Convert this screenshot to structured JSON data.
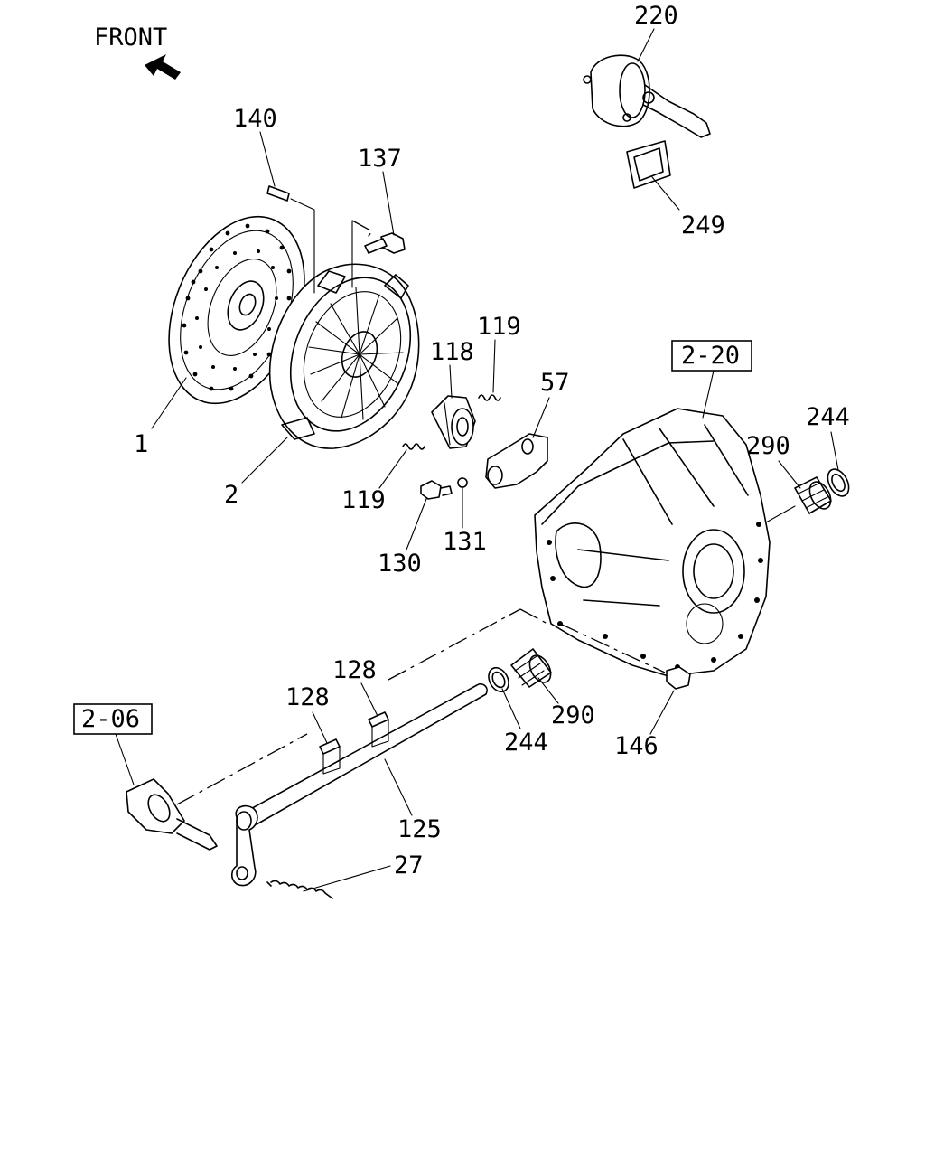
{
  "diagram": {
    "front_label": "FRONT",
    "ref_boxes": {
      "housing": "2-20",
      "cylinder": "2-06"
    },
    "part_numbers": {
      "p1": "1",
      "p2": "2",
      "p27": "27",
      "p57": "57",
      "p118": "118",
      "p119a": "119",
      "p119b": "119",
      "p125": "125",
      "p128a": "128",
      "p128b": "128",
      "p130": "130",
      "p131": "131",
      "p137": "137",
      "p140": "140",
      "p146": "146",
      "p220": "220",
      "p244a": "244",
      "p244b": "244",
      "p249": "249",
      "p290a": "290",
      "p290b": "290"
    }
  }
}
